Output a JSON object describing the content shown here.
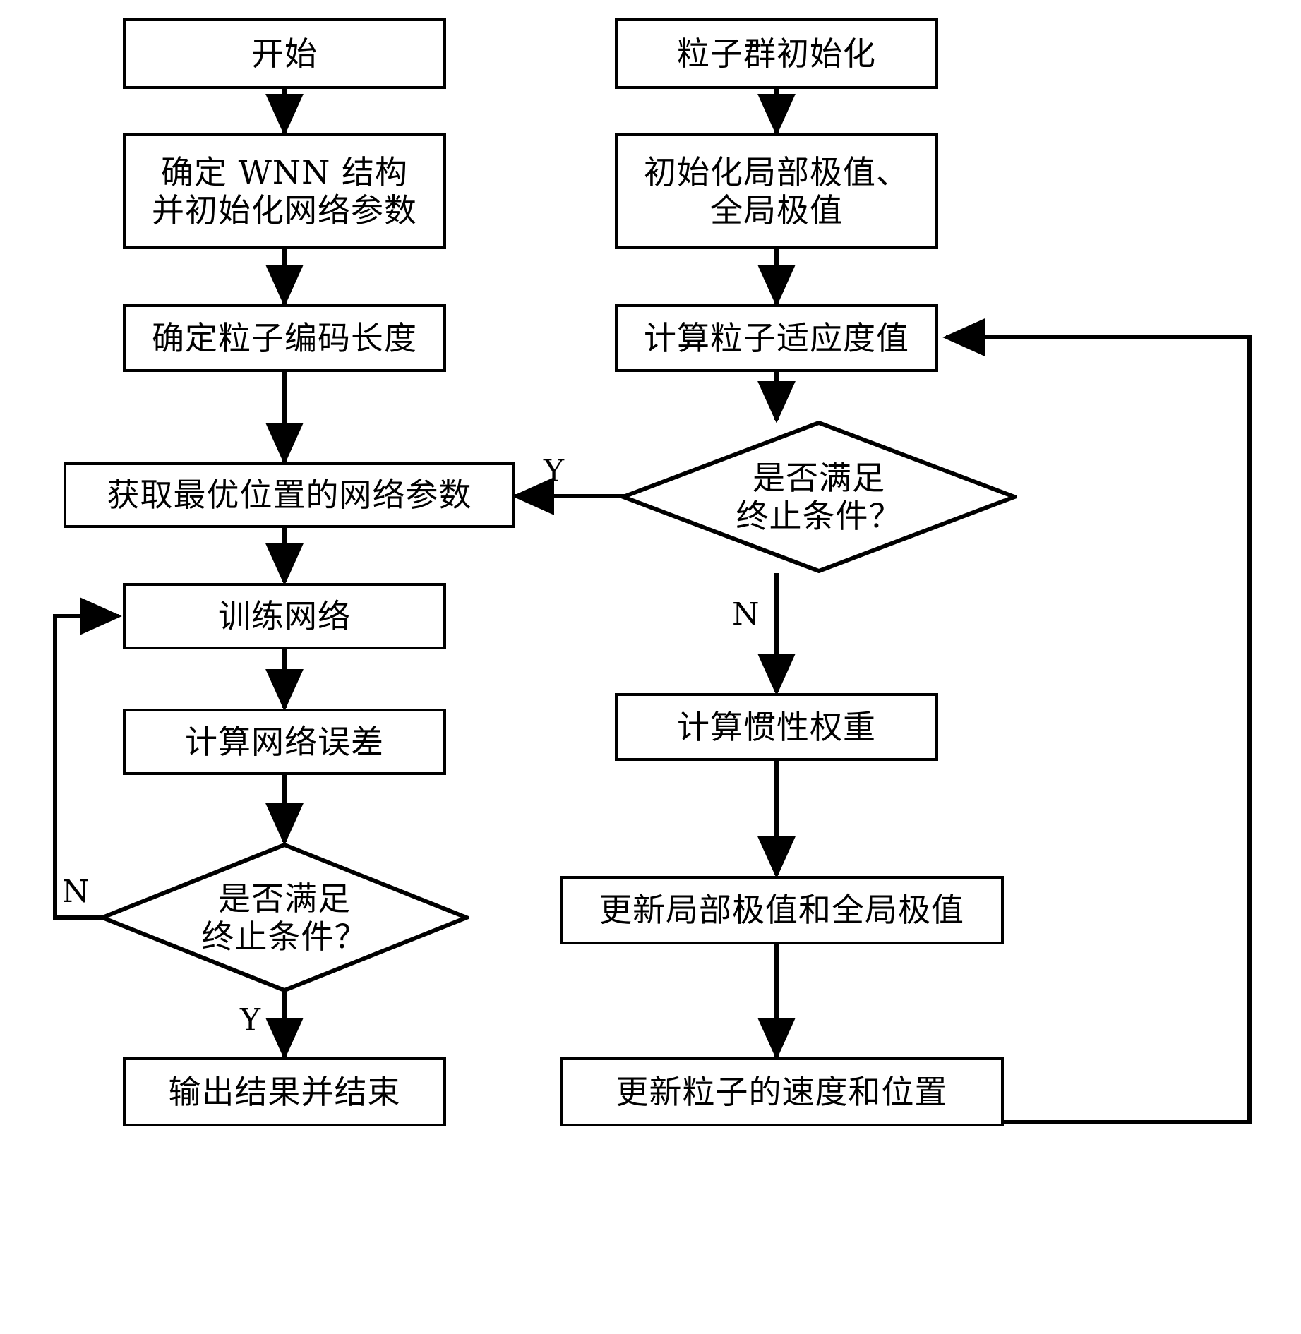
{
  "diagram": {
    "title": "WNN-PSO flowchart",
    "stroke_color": "#000000",
    "background_color": "#ffffff",
    "left_column": {
      "nodes": [
        {
          "id": "start",
          "shape": "process",
          "label": "开始"
        },
        {
          "id": "wnn_struct",
          "shape": "process",
          "label": "确定 WNN 结构\n并初始化网络参数"
        },
        {
          "id": "code_len",
          "shape": "process",
          "label": "确定粒子编码长度"
        },
        {
          "id": "best_params",
          "shape": "process",
          "label": "获取最优位置的网络参数"
        },
        {
          "id": "train_net",
          "shape": "process",
          "label": "训练网络"
        },
        {
          "id": "calc_error",
          "shape": "process",
          "label": "计算网络误差"
        },
        {
          "id": "check_stop",
          "shape": "decision",
          "label": "是否满足\n终止条件？"
        },
        {
          "id": "output_end",
          "shape": "process",
          "label": "输出结果并结束"
        }
      ],
      "edge_labels": {
        "loop_back_no": "N",
        "to_output_yes": "Y"
      }
    },
    "right_column": {
      "nodes": [
        {
          "id": "pso_init",
          "shape": "process",
          "label": "粒子群初始化"
        },
        {
          "id": "init_extrema",
          "shape": "process",
          "label": "初始化局部极值、\n全局极值"
        },
        {
          "id": "calc_fitness",
          "shape": "process",
          "label": "计算粒子适应度值"
        },
        {
          "id": "check_stop2",
          "shape": "decision",
          "label": "是否满足\n终止条件？"
        },
        {
          "id": "inertia",
          "shape": "process",
          "label": "计算惯性权重"
        },
        {
          "id": "update_extrema",
          "shape": "process",
          "label": "更新局部极值和全局极值"
        },
        {
          "id": "update_vp",
          "shape": "process",
          "label": "更新粒子的速度和位置"
        }
      ],
      "edge_labels": {
        "yes_to_left": "Y",
        "no_continue": "N"
      }
    }
  }
}
